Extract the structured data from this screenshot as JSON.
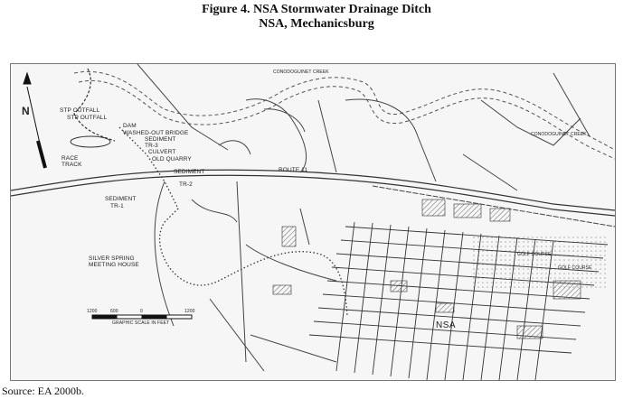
{
  "figure": {
    "title": "Figure 4. NSA Stormwater Drainage Ditch",
    "subtitle": "NSA, Mechanicsburg"
  },
  "map": {
    "labels": {
      "stp_outfall_1": "STP OUTFALL",
      "stp_outfall_2": "STP OUTFALL",
      "dam": "DAM",
      "washed_out_bridge": "WASHED-OUT BRIDGE",
      "sediment_1": "SEDIMENT",
      "tr3": "TR-3",
      "culvert": "CULVERT",
      "old_quarry": "OLD QUARRY",
      "race_track": "RACE\nTRACK",
      "sediment_2": "SEDIMENT",
      "route_11": "ROUTE 11",
      "tr2": "TR-2",
      "sediment_3": "SEDIMENT",
      "tr1": "TR-1",
      "silver_spring": "SILVER SPRING\nMEETING HOUSE",
      "golf_course_1": "GOLF COURSE",
      "golf_course_2": "GOLF COURSE",
      "nsa": "NSA",
      "creek_1": "CONODOGUINET CREEK",
      "creek_2": "CONODOGUINET CREEK",
      "north": "N"
    },
    "scale_bar": {
      "ticks": [
        "1200",
        "600",
        "0",
        "1200"
      ],
      "caption": "GRAPHIC SCALE IN FEET"
    }
  },
  "source": "Source: EA 2000b."
}
